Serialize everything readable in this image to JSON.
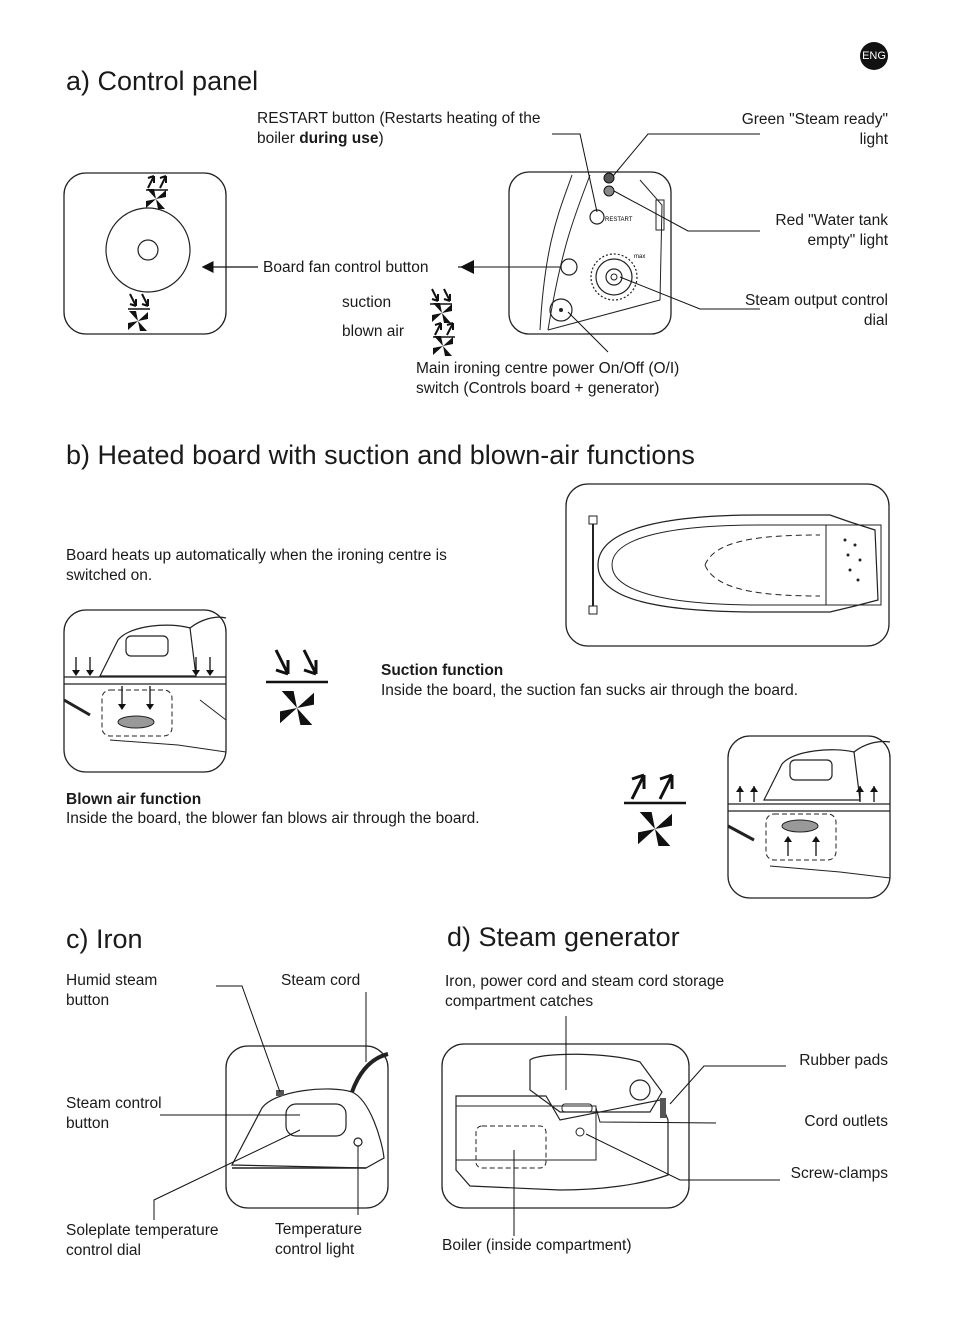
{
  "lang_badge": "ENG",
  "sections": {
    "a_title": "a) Control panel",
    "b_title": "b) Heated board with suction and blown-air functions",
    "c_title": "c) Iron",
    "d_title": "d) Steam generator"
  },
  "control_panel": {
    "restart_pre": "RESTART button (Restarts heating of the boiler ",
    "restart_bold": "during use",
    "restart_post": ")",
    "green_light": "Green \"Steam ready\" light",
    "red_light": "Red \"Water tank empty\" light",
    "board_fan": "Board fan control button",
    "suction": "suction",
    "blown_air": "blown air",
    "steam_dial": "Steam output control dial",
    "main_switch": "Main ironing centre power On/Off (O/I) switch (Controls board + generator)",
    "panel_restart_text": "RESTART",
    "panel_max_text": "max"
  },
  "board": {
    "intro": "Board heats up automatically when the ironing centre is switched on.",
    "suction_title": "Suction function",
    "suction_text": "Inside the board, the suction fan sucks air through the board.",
    "blown_title": "Blown air function",
    "blown_text": "Inside the board, the blower fan blows air through the board."
  },
  "iron": {
    "humid": "Humid steam button",
    "steam_cord": "Steam cord",
    "steam_control": "Steam control button",
    "soleplate": "Soleplate temperature control dial",
    "temp_light": "Temperature control light"
  },
  "generator": {
    "catches": "Iron, power cord and steam cord storage compartment catches",
    "rubber": "Rubber pads",
    "cord_outlets": "Cord outlets",
    "screw": "Screw-clamps",
    "boiler": "Boiler (inside compartment)"
  }
}
